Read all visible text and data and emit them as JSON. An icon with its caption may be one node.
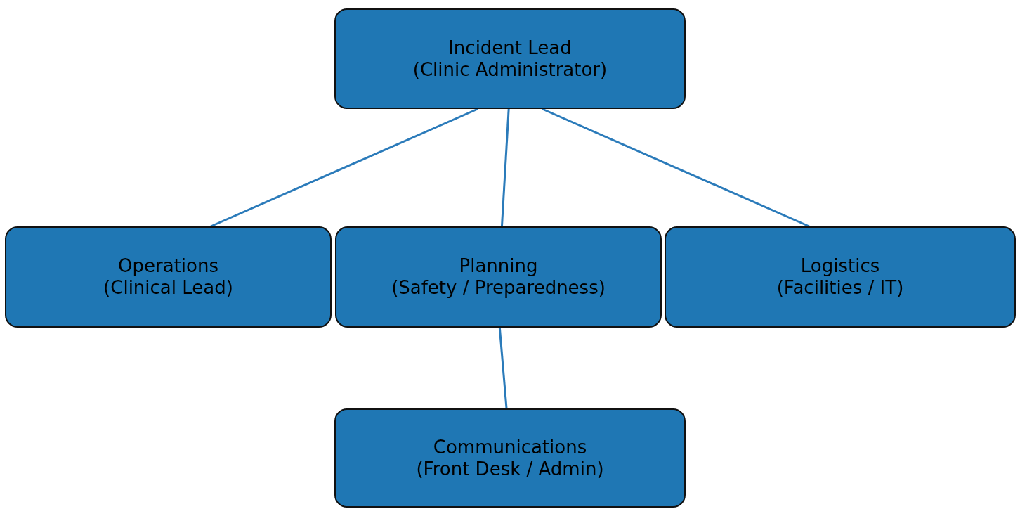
{
  "diagram": {
    "nodes": [
      {
        "text": [
          "Incident Lead",
          "(Clinic Administrator)"
        ]
      },
      {
        "text": [
          "Operations",
          "(Clinical Lead)"
        ]
      },
      {
        "text": [
          "Planning",
          "(Safety / Preparedness)"
        ]
      },
      {
        "text": [
          "Logistics",
          "(Facilities / IT)"
        ]
      },
      {
        "text": [
          "Communications",
          "(Front Desk / Admin)"
        ]
      }
    ],
    "edges": [
      {
        "from": 0,
        "to": 1,
        "arrow": "none"
      },
      {
        "from": 0,
        "to": 2,
        "arrow": "none"
      },
      {
        "from": 0,
        "to": 3,
        "arrow": "none"
      },
      {
        "from": 2,
        "to": 4,
        "arrow": "none"
      }
    ]
  }
}
